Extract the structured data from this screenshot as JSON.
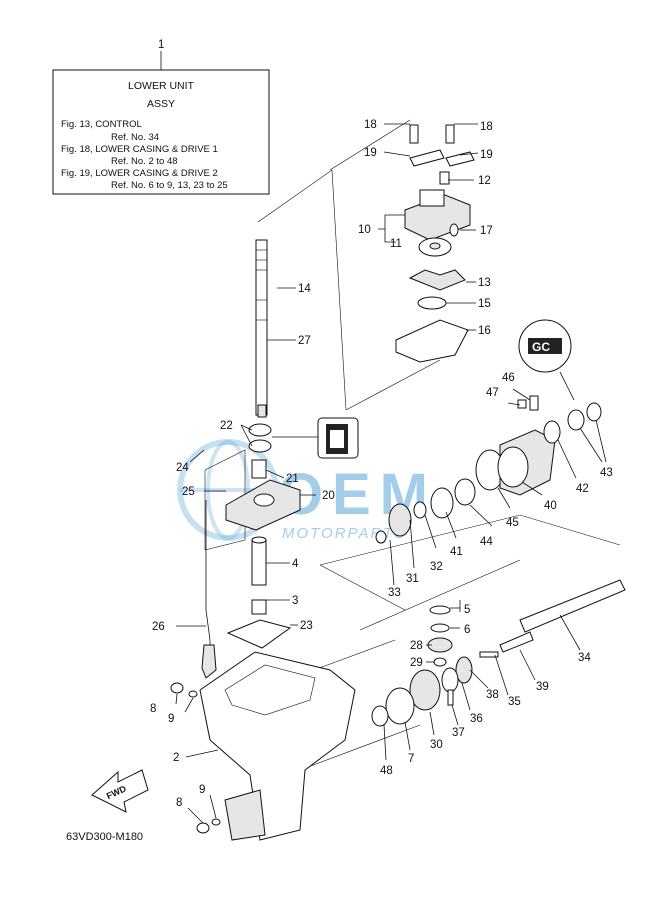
{
  "legend_box": {
    "ref": "1",
    "title_line1": "LOWER UNIT",
    "title_line2": "ASSY",
    "lines": [
      "Fig. 13, CONTROL",
      "Ref. No. 34",
      "Fig. 18, LOWER CASING & DRIVE 1",
      "Ref. No. 2 to 48",
      "Fig. 19, LOWER CASING & DRIVE 2",
      "Ref. No. 6 to 9, 13, 23 to 25"
    ]
  },
  "callouts": {
    "c2": "2",
    "c3": "3",
    "c4": "4",
    "c5": "5",
    "c6": "6",
    "c7": "7",
    "c8a": "8",
    "c8b": "8",
    "c9a": "9",
    "c9b": "9",
    "c10": "10",
    "c11": "11",
    "c12": "12",
    "c13": "13",
    "c14": "14",
    "c15": "15",
    "c16": "16",
    "c17": "17",
    "c18a": "18",
    "c18b": "18",
    "c19a": "19",
    "c19b": "19",
    "c20": "20",
    "c21": "21",
    "c22": "22",
    "c23": "23",
    "c24": "24",
    "c25": "25",
    "c26": "26",
    "c27": "27",
    "c28": "28",
    "c29": "29",
    "c30": "30",
    "c31": "31",
    "c32": "32",
    "c33": "33",
    "c34": "34",
    "c35": "35",
    "c36": "36",
    "c37": "37",
    "c38": "38",
    "c39": "39",
    "c40": "40",
    "c41": "41",
    "c42": "42",
    "c43": "43",
    "c44": "44",
    "c45": "45",
    "c46": "46",
    "c47": "47",
    "c48": "48"
  },
  "fwd_label": "FWD",
  "figure_code": "63VD300-M180",
  "watermark": {
    "main": "OEM",
    "sub": "MOTORPARTS",
    "color": "#5aa6d8"
  },
  "icons": [
    "grease-gc-icon",
    "sealant-icon",
    "fwd-arrow-icon"
  ]
}
